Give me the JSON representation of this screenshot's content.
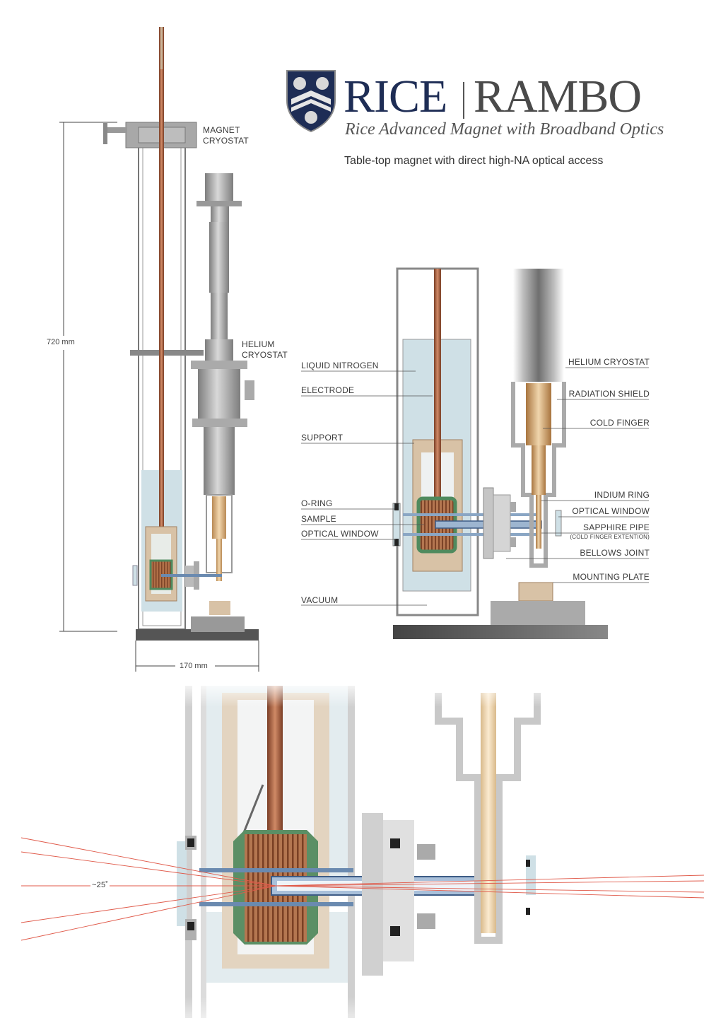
{
  "header": {
    "brand_left": "RICE",
    "brand_right": "RAMBO",
    "subtitle": "Rice Advanced Magnet with Broadband Optics",
    "tagline": "Table-top magnet with direct high-NA optical access"
  },
  "overview": {
    "magnet_cryostat_label": [
      "MAGNET",
      "CRYOSTAT"
    ],
    "helium_cryostat_label": [
      "HELIUM",
      "CRYOSTAT"
    ],
    "height_dim": "720 mm",
    "width_dim": "170 mm"
  },
  "detail": {
    "left_labels": [
      "LIQUID NITROGEN",
      "ELECTRODE",
      "SUPPORT",
      "O-RING",
      "SAMPLE",
      "OPTICAL WINDOW",
      "VACUUM"
    ],
    "right_labels": [
      "HELIUM CRYOSTAT",
      "RADIATION SHIELD",
      "COLD FINGER",
      "INDIUM RING",
      "OPTICAL WINDOW",
      "SAPPHIRE PIPE",
      "(COLD FINGER EXTENTION)",
      "BELLOWS JOINT",
      "MOUNTING PLATE"
    ]
  },
  "closeup": {
    "angle_label": "~25˚"
  },
  "colors": {
    "navy": "#1e2d55",
    "copper": "#b5694a",
    "nitrogen": "#cfe0e6",
    "steel": "#9a9a9a",
    "coil_green": "#4f8a5e",
    "beam_red": "#e05a4a"
  }
}
